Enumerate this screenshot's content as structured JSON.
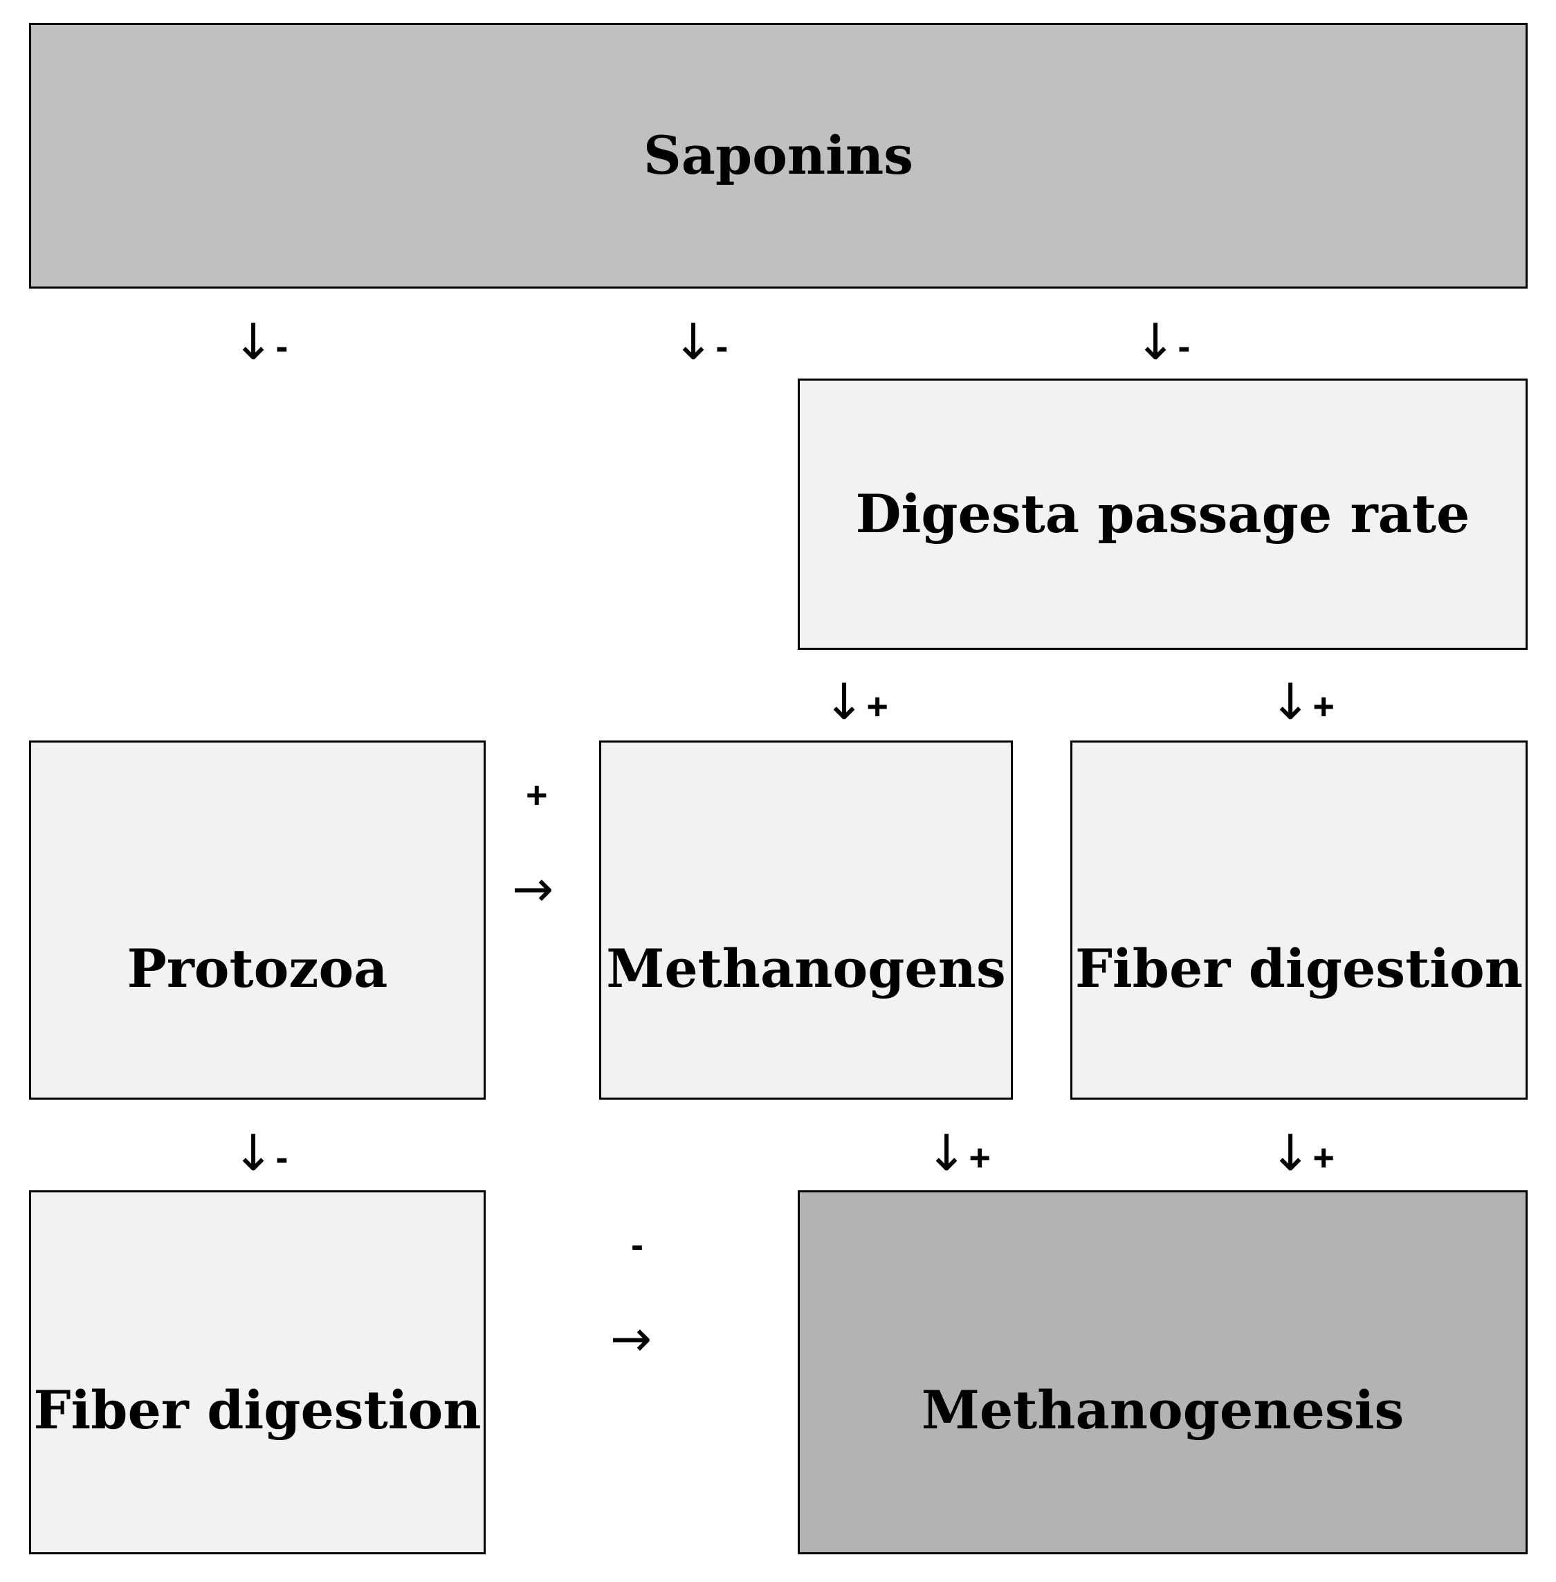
{
  "colors": {
    "top_box_fill": "#c0c0c0",
    "bottom_box_fill": "#b3b3b3",
    "light_box_fill": "#f2f2f2",
    "border": "#000000"
  },
  "nodes": {
    "saponins": "Saponins",
    "digesta_passage_rate": "Digesta passage rate",
    "protozoa": "Protozoa",
    "methanogens": "Methanogens",
    "fiber_digestion_right": "Fiber digestion",
    "fiber_digestion_left": "Fiber digestion",
    "methanogenesis": "Methanogenesis"
  },
  "edges": {
    "saponins_to_protozoa": {
      "arrow": "↓",
      "sign": "-"
    },
    "saponins_to_methanogens": {
      "arrow": "↓",
      "sign": "-"
    },
    "saponins_to_digesta": {
      "arrow": "↓",
      "sign": "-"
    },
    "digesta_to_methanogens": {
      "arrow": "↓",
      "sign": "+"
    },
    "digesta_to_fiber": {
      "arrow": "↓",
      "sign": "+"
    },
    "protozoa_to_methanogens": {
      "arrow": "→",
      "sign": "+"
    },
    "protozoa_to_fiber": {
      "arrow": "↓",
      "sign": "-"
    },
    "methanogens_to_methanogenesis": {
      "arrow": "↓",
      "sign": "+"
    },
    "fiber_to_methanogenesis": {
      "arrow": "↓",
      "sign": "+"
    },
    "fiber_left_to_methanogenesis": {
      "arrow": "→",
      "sign": "-"
    }
  }
}
